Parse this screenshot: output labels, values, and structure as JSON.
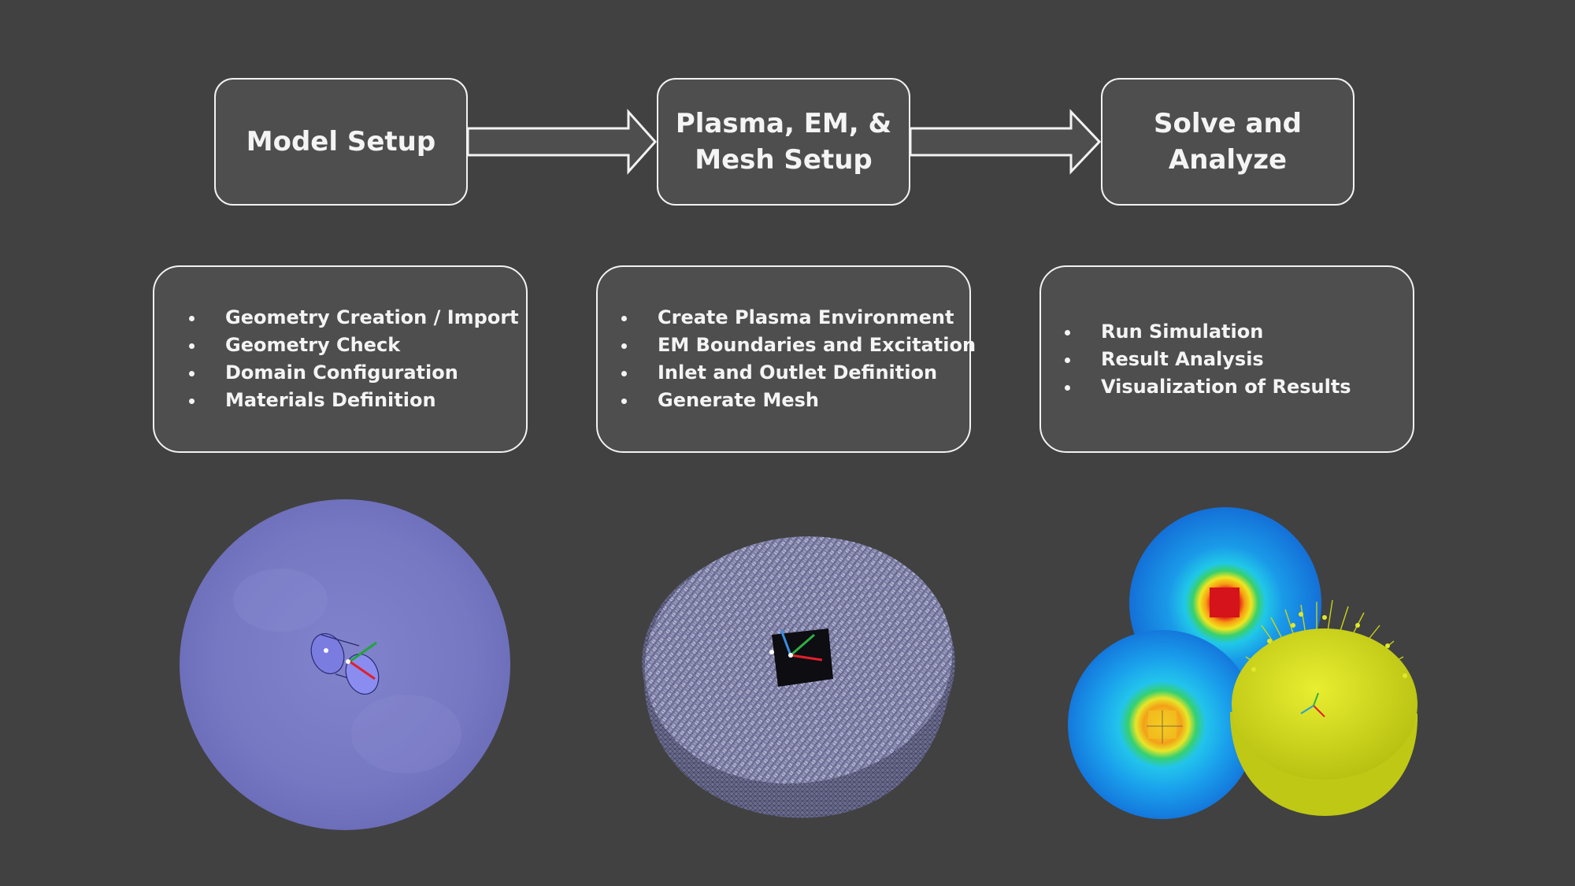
{
  "steps": [
    {
      "label": "Model Setup"
    },
    {
      "label": "Plasma, EM, &\nMesh Setup"
    },
    {
      "label": "Solve and\nAnalyze"
    }
  ],
  "details": [
    {
      "items": [
        "Geometry Creation / Import",
        "Geometry Check",
        "Domain Configuration",
        "Materials Definition"
      ]
    },
    {
      "items": [
        "Create Plasma Environment",
        "EM Boundaries and Excitation",
        "Inlet and Outlet Definition",
        "Generate Mesh"
      ]
    },
    {
      "items": [
        "Run Simulation",
        "Result Analysis",
        "Visualization of Results"
      ]
    }
  ],
  "colors": {
    "background": "#414141",
    "box_fill": "#4e4e4e",
    "box_border": "#f2f2f2",
    "sphere": "#7d7fc7",
    "mesh": "#8e8fb8",
    "field_low": "#1a7fe6",
    "field_high": "#e0141c",
    "particles": "#d9e21a"
  },
  "icons": [
    "arrow-right-icon",
    "arrow-right-icon"
  ]
}
